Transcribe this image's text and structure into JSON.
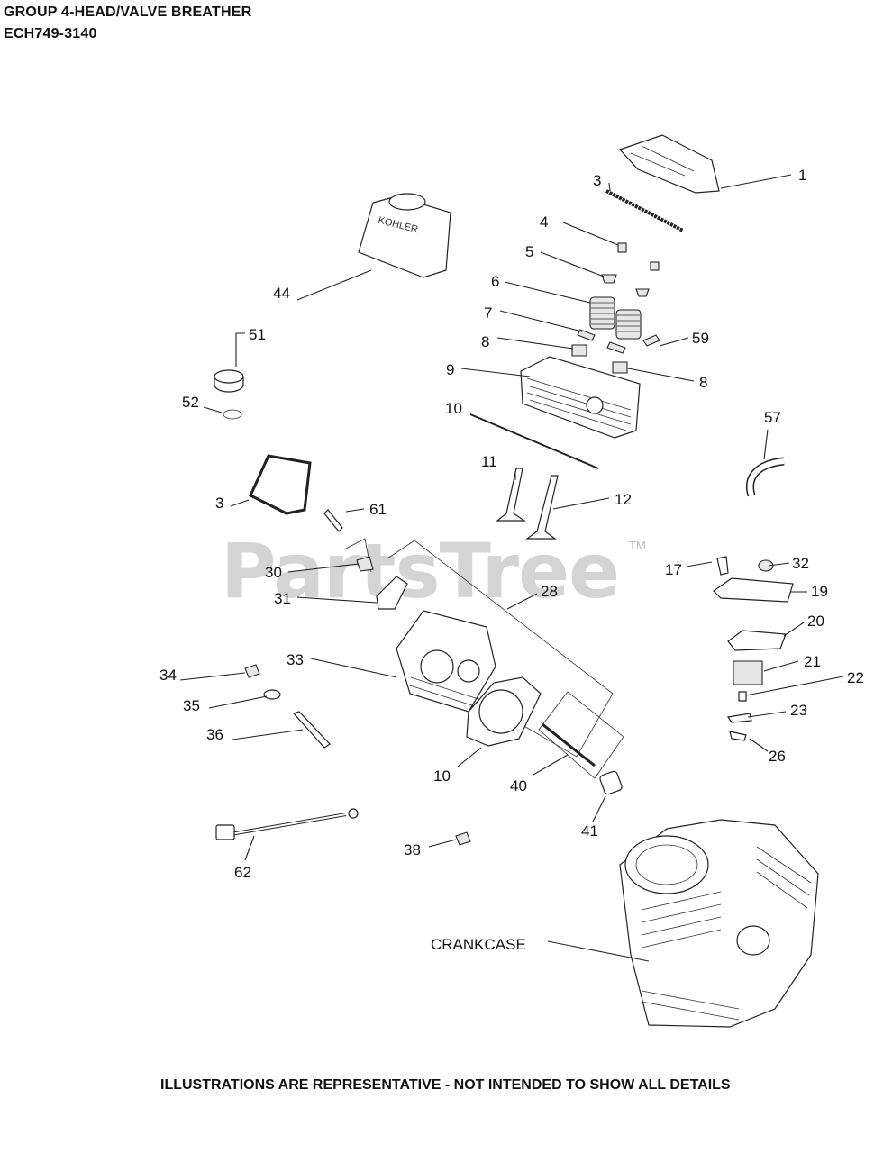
{
  "header": {
    "title_line1": "GROUP 4-HEAD/VALVE BREATHER",
    "title_line2": "ECH749-3140"
  },
  "watermark": {
    "text": "PartsTree",
    "tm": "TM"
  },
  "footer": {
    "text": "ILLUSTRATIONS ARE REPRESENTATIVE - NOT INTENDED TO SHOW ALL DETAILS"
  },
  "callouts": [
    "1",
    "3",
    "4",
    "5",
    "6",
    "7",
    "8",
    "59",
    "9",
    "8",
    "10",
    "57",
    "44",
    "51",
    "52",
    "3",
    "61",
    "11",
    "12",
    "30",
    "31",
    "28",
    "17",
    "32",
    "19",
    "20",
    "33",
    "21",
    "34",
    "22",
    "35",
    "23",
    "36",
    "26",
    "10",
    "40",
    "41",
    "62",
    "38",
    "CRANKCASE"
  ]
}
